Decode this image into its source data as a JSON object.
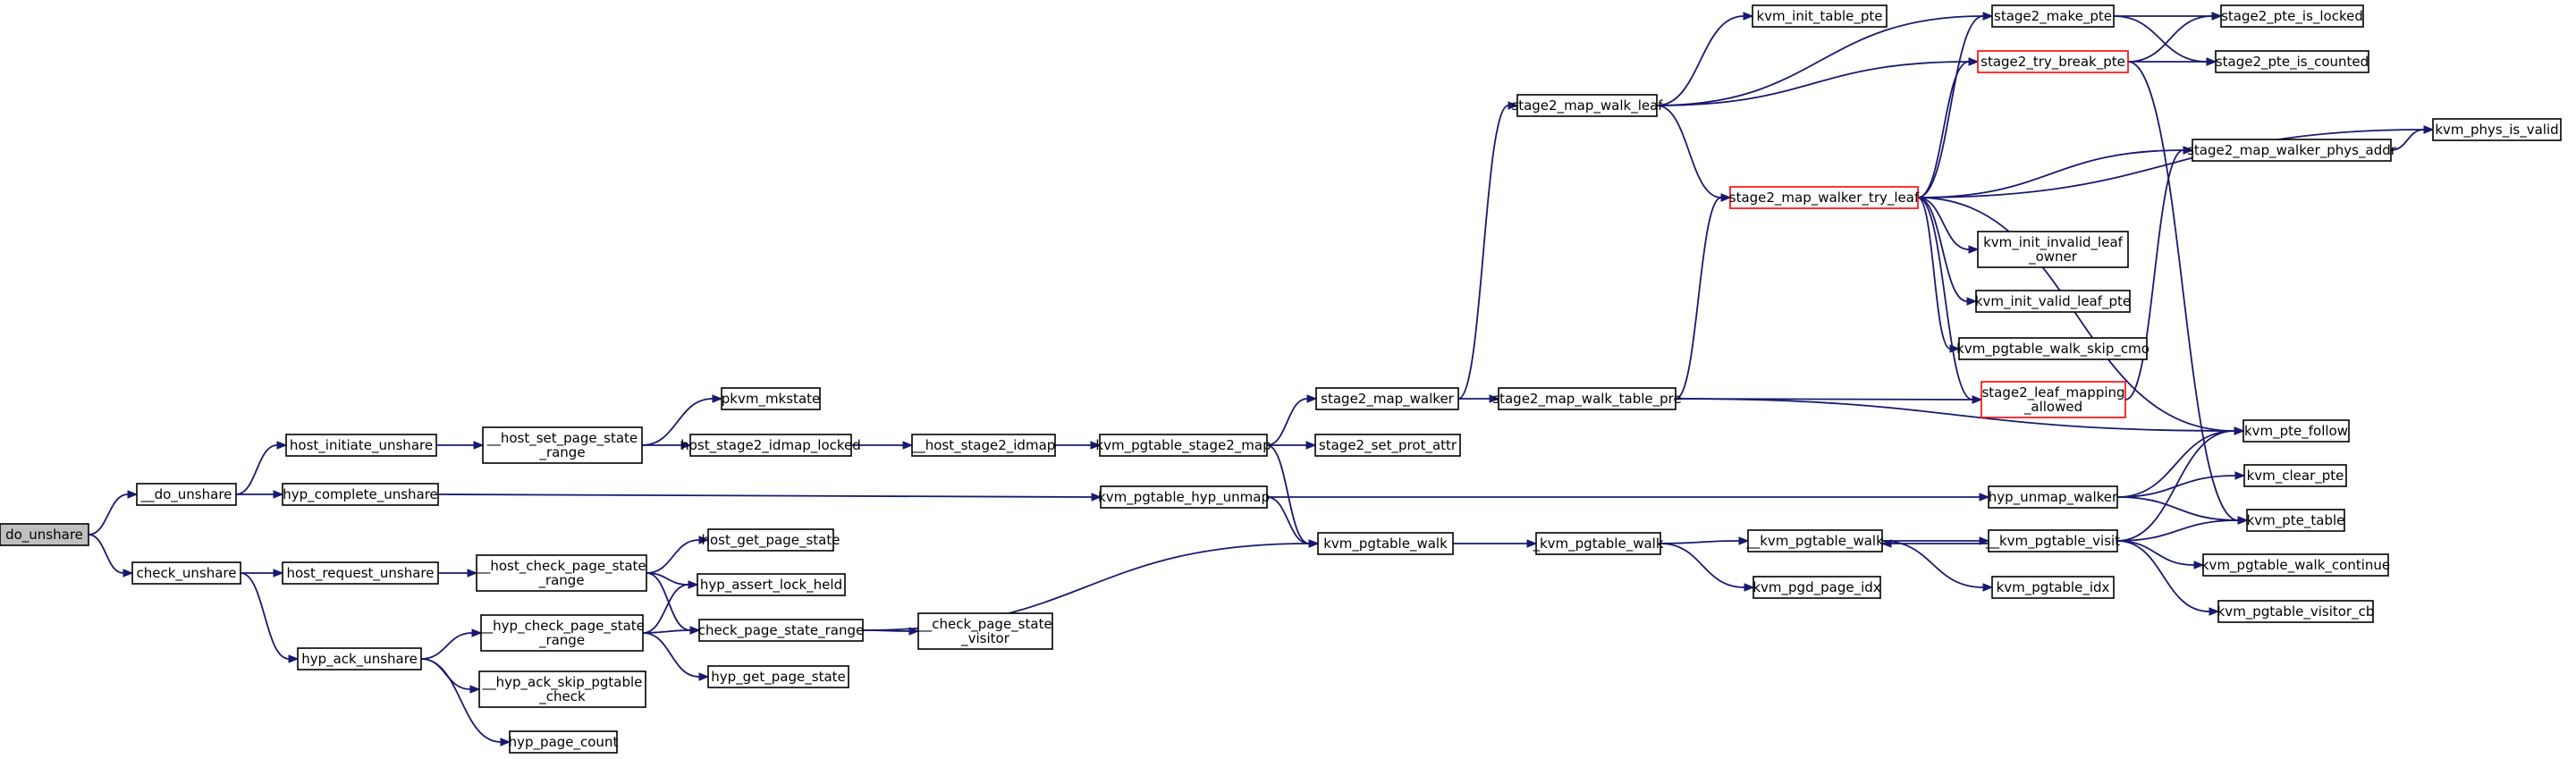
{
  "graph": {
    "colors": {
      "edge": "#191970",
      "node_border": "#000000",
      "node_border_highlight": "#ff0000",
      "root_fill": "#bfbfbf"
    },
    "nodes": [
      {
        "id": "do_unshare",
        "lines": [
          "do_unshare"
        ],
        "root": true
      },
      {
        "id": "__do_unshare",
        "lines": [
          "__do_unshare"
        ]
      },
      {
        "id": "check_unshare",
        "lines": [
          "check_unshare"
        ]
      },
      {
        "id": "host_initiate_unshare",
        "lines": [
          "host_initiate_unshare"
        ]
      },
      {
        "id": "hyp_complete_unshare",
        "lines": [
          "hyp_complete_unshare"
        ]
      },
      {
        "id": "host_request_unshare",
        "lines": [
          "host_request_unshare"
        ]
      },
      {
        "id": "hyp_ack_unshare",
        "lines": [
          "hyp_ack_unshare"
        ]
      },
      {
        "id": "__host_set_page_state_range",
        "lines": [
          "__host_set_page_state",
          "_range"
        ]
      },
      {
        "id": "__host_check_page_state_range",
        "lines": [
          "__host_check_page_state",
          "_range"
        ]
      },
      {
        "id": "__hyp_check_page_state_range",
        "lines": [
          "__hyp_check_page_state",
          "_range"
        ]
      },
      {
        "id": "__hyp_ack_skip_pgtable_check",
        "lines": [
          "__hyp_ack_skip_pgtable",
          "_check"
        ]
      },
      {
        "id": "hyp_page_count",
        "lines": [
          "hyp_page_count"
        ]
      },
      {
        "id": "pkvm_mkstate",
        "lines": [
          "pkvm_mkstate"
        ]
      },
      {
        "id": "host_stage2_idmap_locked",
        "lines": [
          "host_stage2_idmap_locked"
        ]
      },
      {
        "id": "host_get_page_state",
        "lines": [
          "host_get_page_state"
        ]
      },
      {
        "id": "hyp_assert_lock_held",
        "lines": [
          "hyp_assert_lock_held"
        ]
      },
      {
        "id": "check_page_state_range",
        "lines": [
          "check_page_state_range"
        ]
      },
      {
        "id": "hyp_get_page_state",
        "lines": [
          "hyp_get_page_state"
        ]
      },
      {
        "id": "__host_stage2_idmap",
        "lines": [
          "__host_stage2_idmap"
        ]
      },
      {
        "id": "__check_page_state_visitor",
        "lines": [
          "__check_page_state",
          "_visitor"
        ]
      },
      {
        "id": "kvm_pgtable_stage2_map",
        "lines": [
          "kvm_pgtable_stage2_map"
        ]
      },
      {
        "id": "kvm_pgtable_hyp_unmap",
        "lines": [
          "kvm_pgtable_hyp_unmap"
        ]
      },
      {
        "id": "stage2_map_walker",
        "lines": [
          "stage2_map_walker"
        ]
      },
      {
        "id": "stage2_set_prot_attr",
        "lines": [
          "stage2_set_prot_attr"
        ]
      },
      {
        "id": "kvm_pgtable_walk",
        "lines": [
          "kvm_pgtable_walk"
        ]
      },
      {
        "id": "stage2_map_walk_leaf",
        "lines": [
          "stage2_map_walk_leaf"
        ]
      },
      {
        "id": "stage2_map_walk_table_pre",
        "lines": [
          "stage2_map_walk_table_pre"
        ]
      },
      {
        "id": "_kvm_pgtable_walk",
        "lines": [
          "_kvm_pgtable_walk"
        ]
      },
      {
        "id": "kvm_init_table_pte",
        "lines": [
          "kvm_init_table_pte"
        ]
      },
      {
        "id": "stage2_make_pte",
        "lines": [
          "stage2_make_pte"
        ]
      },
      {
        "id": "stage2_try_break_pte",
        "lines": [
          "stage2_try_break_pte"
        ],
        "highlight": true
      },
      {
        "id": "stage2_map_walker_try_leaf",
        "lines": [
          "stage2_map_walker_try_leaf"
        ],
        "highlight": true
      },
      {
        "id": "__kvm_pgtable_walk",
        "lines": [
          "__kvm_pgtable_walk"
        ]
      },
      {
        "id": "kvm_pgd_page_idx",
        "lines": [
          "kvm_pgd_page_idx"
        ]
      },
      {
        "id": "hyp_unmap_walker",
        "lines": [
          "hyp_unmap_walker"
        ]
      },
      {
        "id": "__kvm_pgtable_visit",
        "lines": [
          "__kvm_pgtable_visit"
        ]
      },
      {
        "id": "kvm_pgtable_idx",
        "lines": [
          "kvm_pgtable_idx"
        ]
      },
      {
        "id": "kvm_init_invalid_leaf_owner",
        "lines": [
          "kvm_init_invalid_leaf",
          "_owner"
        ]
      },
      {
        "id": "kvm_init_valid_leaf_pte",
        "lines": [
          "kvm_init_valid_leaf_pte"
        ]
      },
      {
        "id": "kvm_pgtable_walk_skip_cmo",
        "lines": [
          "kvm_pgtable_walk_skip_cmo"
        ]
      },
      {
        "id": "stage2_leaf_mapping_allowed",
        "lines": [
          "stage2_leaf_mapping",
          "_allowed"
        ],
        "highlight": true
      },
      {
        "id": "stage2_map_walker_phys_addr",
        "lines": [
          "stage2_map_walker_phys_addr"
        ]
      },
      {
        "id": "stage2_pte_is_locked",
        "lines": [
          "stage2_pte_is_locked"
        ]
      },
      {
        "id": "stage2_pte_is_counted",
        "lines": [
          "stage2_pte_is_counted"
        ]
      },
      {
        "id": "kvm_phys_is_valid",
        "lines": [
          "kvm_phys_is_valid"
        ]
      },
      {
        "id": "kvm_pte_follow",
        "lines": [
          "kvm_pte_follow"
        ]
      },
      {
        "id": "kvm_clear_pte",
        "lines": [
          "kvm_clear_pte"
        ]
      },
      {
        "id": "kvm_pte_table",
        "lines": [
          "kvm_pte_table"
        ]
      },
      {
        "id": "kvm_pgtable_walk_continue",
        "lines": [
          "kvm_pgtable_walk_continue"
        ]
      },
      {
        "id": "kvm_pgtable_visitor_cb",
        "lines": [
          "kvm_pgtable_visitor_cb"
        ]
      }
    ],
    "edges": [
      [
        "do_unshare",
        "__do_unshare"
      ],
      [
        "do_unshare",
        "check_unshare"
      ],
      [
        "__do_unshare",
        "host_initiate_unshare"
      ],
      [
        "__do_unshare",
        "hyp_complete_unshare"
      ],
      [
        "check_unshare",
        "host_request_unshare"
      ],
      [
        "check_unshare",
        "hyp_ack_unshare"
      ],
      [
        "host_initiate_unshare",
        "__host_set_page_state_range"
      ],
      [
        "__host_set_page_state_range",
        "pkvm_mkstate"
      ],
      [
        "__host_set_page_state_range",
        "host_stage2_idmap_locked"
      ],
      [
        "host_stage2_idmap_locked",
        "__host_stage2_idmap"
      ],
      [
        "__host_stage2_idmap",
        "kvm_pgtable_stage2_map"
      ],
      [
        "hyp_complete_unshare",
        "kvm_pgtable_hyp_unmap"
      ],
      [
        "host_request_unshare",
        "__host_check_page_state_range"
      ],
      [
        "__host_check_page_state_range",
        "host_get_page_state"
      ],
      [
        "__host_check_page_state_range",
        "hyp_assert_lock_held"
      ],
      [
        "__host_check_page_state_range",
        "check_page_state_range"
      ],
      [
        "hyp_ack_unshare",
        "__hyp_check_page_state_range"
      ],
      [
        "hyp_ack_unshare",
        "__hyp_ack_skip_pgtable_check"
      ],
      [
        "hyp_ack_unshare",
        "hyp_page_count"
      ],
      [
        "__hyp_check_page_state_range",
        "hyp_assert_lock_held"
      ],
      [
        "__hyp_check_page_state_range",
        "check_page_state_range"
      ],
      [
        "__hyp_check_page_state_range",
        "hyp_get_page_state"
      ],
      [
        "check_page_state_range",
        "__check_page_state_visitor"
      ],
      [
        "check_page_state_range",
        "kvm_pgtable_walk"
      ],
      [
        "kvm_pgtable_stage2_map",
        "stage2_map_walker"
      ],
      [
        "kvm_pgtable_stage2_map",
        "stage2_set_prot_attr"
      ],
      [
        "kvm_pgtable_stage2_map",
        "kvm_pgtable_walk"
      ],
      [
        "kvm_pgtable_hyp_unmap",
        "kvm_pgtable_walk"
      ],
      [
        "kvm_pgtable_hyp_unmap",
        "hyp_unmap_walker"
      ],
      [
        "stage2_map_walker",
        "stage2_map_walk_leaf"
      ],
      [
        "stage2_map_walker",
        "stage2_map_walk_table_pre"
      ],
      [
        "kvm_pgtable_walk",
        "_kvm_pgtable_walk"
      ],
      [
        "_kvm_pgtable_walk",
        "__kvm_pgtable_walk"
      ],
      [
        "_kvm_pgtable_walk",
        "kvm_pgd_page_idx"
      ],
      [
        "stage2_map_walk_leaf",
        "kvm_init_table_pte"
      ],
      [
        "stage2_map_walk_leaf",
        "stage2_make_pte"
      ],
      [
        "stage2_map_walk_leaf",
        "stage2_try_break_pte"
      ],
      [
        "stage2_map_walk_leaf",
        "stage2_map_walker_try_leaf"
      ],
      [
        "stage2_map_walk_table_pre",
        "stage2_map_walker_try_leaf"
      ],
      [
        "stage2_map_walk_table_pre",
        "stage2_leaf_mapping_allowed"
      ],
      [
        "stage2_map_walk_table_pre",
        "kvm_pte_follow"
      ],
      [
        "stage2_map_walker_try_leaf",
        "stage2_make_pte"
      ],
      [
        "stage2_map_walker_try_leaf",
        "stage2_try_break_pte"
      ],
      [
        "stage2_map_walker_try_leaf",
        "kvm_phys_is_valid"
      ],
      [
        "stage2_map_walker_try_leaf",
        "stage2_map_walker_phys_addr"
      ],
      [
        "stage2_map_walker_try_leaf",
        "kvm_init_invalid_leaf_owner"
      ],
      [
        "stage2_map_walker_try_leaf",
        "kvm_init_valid_leaf_pte"
      ],
      [
        "stage2_map_walker_try_leaf",
        "kvm_pgtable_walk_skip_cmo"
      ],
      [
        "stage2_map_walker_try_leaf",
        "stage2_leaf_mapping_allowed"
      ],
      [
        "stage2_map_walker_try_leaf",
        "kvm_pte_follow"
      ],
      [
        "stage2_make_pte",
        "stage2_pte_is_locked"
      ],
      [
        "stage2_make_pte",
        "stage2_pte_is_counted"
      ],
      [
        "stage2_try_break_pte",
        "stage2_pte_is_locked"
      ],
      [
        "stage2_try_break_pte",
        "stage2_pte_is_counted"
      ],
      [
        "stage2_try_break_pte",
        "kvm_pte_table"
      ],
      [
        "stage2_leaf_mapping_allowed",
        "stage2_map_walker_phys_addr"
      ],
      [
        "stage2_map_walker_phys_addr",
        "kvm_phys_is_valid"
      ],
      [
        "__kvm_pgtable_walk",
        "__kvm_pgtable_visit"
      ],
      [
        "__kvm_pgtable_walk",
        "kvm_pgtable_idx"
      ],
      [
        "__kvm_pgtable_visit",
        "__kvm_pgtable_walk"
      ],
      [
        "__kvm_pgtable_visit",
        "kvm_pte_follow"
      ],
      [
        "__kvm_pgtable_visit",
        "kvm_pte_table"
      ],
      [
        "__kvm_pgtable_visit",
        "kvm_pgtable_walk_continue"
      ],
      [
        "__kvm_pgtable_visit",
        "kvm_pgtable_visitor_cb"
      ],
      [
        "hyp_unmap_walker",
        "kvm_pte_follow"
      ],
      [
        "hyp_unmap_walker",
        "kvm_clear_pte"
      ],
      [
        "hyp_unmap_walker",
        "kvm_pte_table"
      ]
    ]
  }
}
